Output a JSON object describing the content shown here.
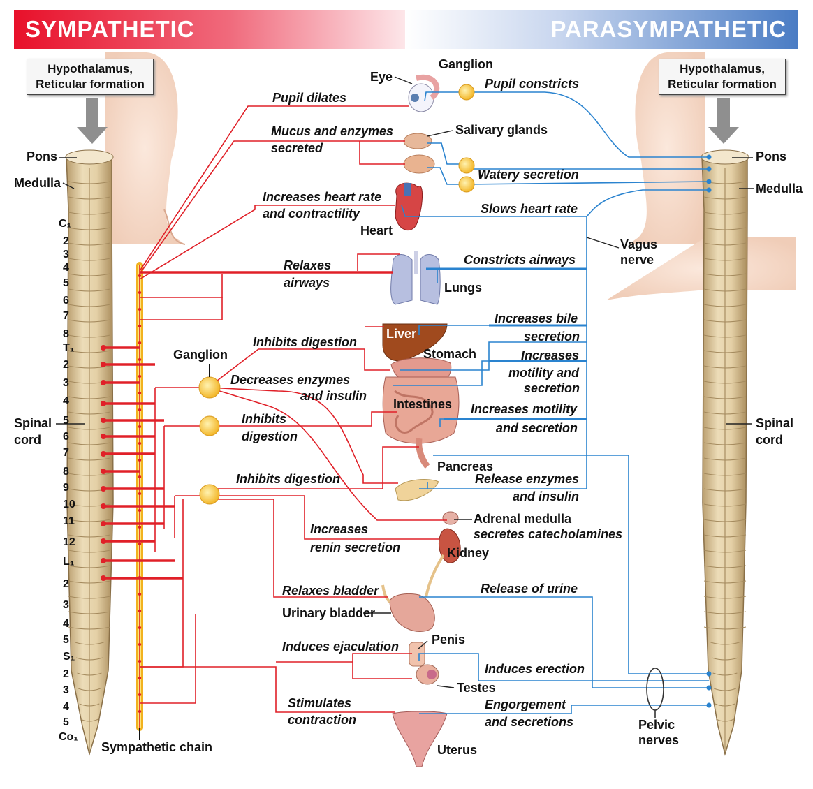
{
  "banner": {
    "left": "SYMPATHETIC",
    "right": "PARASYMPATHETIC"
  },
  "colors": {
    "sympathetic": "#e02028",
    "parasympathetic": "#2a83cf",
    "ganglion": "#f6c33a",
    "spinal_cord": "#d8c39a"
  },
  "brain_box": {
    "line1": "Hypothalamus,",
    "line2": "Reticular formation"
  },
  "left_labels": {
    "pons": "Pons",
    "medulla": "Medulla",
    "spinal_cord_1": "Spinal",
    "spinal_cord_2": "cord",
    "sympathetic_chain": "Sympathetic chain",
    "ganglion": "Ganglion"
  },
  "right_labels": {
    "pons": "Pons",
    "medulla": "Medulla",
    "spinal_cord_1": "Spinal",
    "spinal_cord_2": "cord",
    "vagus_1": "Vagus",
    "vagus_2": "nerve",
    "pelvic_1": "Pelvic",
    "pelvic_2": "nerves",
    "ganglion": "Ganglion"
  },
  "segments": [
    "C₁",
    "2",
    "3",
    "4",
    "5",
    "6",
    "7",
    "8",
    "T₁",
    "2",
    "3",
    "4",
    "5",
    "6",
    "7",
    "8",
    "9",
    "10",
    "11",
    "12",
    "L₁",
    "2",
    "3",
    "4",
    "5",
    "S₁",
    "2",
    "3",
    "4",
    "5",
    "Co₁"
  ],
  "organs": {
    "eye": "Eye",
    "salivary": "Salivary glands",
    "heart": "Heart",
    "lungs": "Lungs",
    "liver": "Liver",
    "stomach": "Stomach",
    "intestines": "Intestines",
    "pancreas": "Pancreas",
    "adrenal_1": "Adrenal medulla",
    "adrenal_2": "secretes catecholamines",
    "kidney": "Kidney",
    "bladder": "Urinary bladder",
    "penis": "Penis",
    "testes": "Testes",
    "uterus": "Uterus"
  },
  "sympathetic_effects": {
    "pupil": "Pupil dilates",
    "mucus_1": "Mucus and enzymes",
    "mucus_2": "secreted",
    "heart_1": "Increases heart rate",
    "heart_2": "and contractility",
    "airways_1": "Relaxes",
    "airways_2": "airways",
    "inhibits_1": "Inhibits digestion",
    "decreases_1": "Decreases enzymes",
    "decreases_2": "and insulin",
    "inhibits_2a": "Inhibits",
    "inhibits_2b": "digestion",
    "inhibits_3": "Inhibits digestion",
    "renin_1": "Increases",
    "renin_2": "renin secretion",
    "bladder": "Relaxes bladder",
    "ejaculation": "Induces ejaculation",
    "contraction_1": "Stimulates",
    "contraction_2": "contraction"
  },
  "parasympathetic_effects": {
    "pupil": "Pupil constricts",
    "watery": "Watery secretion",
    "heart": "Slows heart rate",
    "airways": "Constricts airways",
    "bile_1": "Increases bile",
    "bile_2": "secretion",
    "motility_1": "Increases",
    "motility_2": "motility and",
    "motility_3": "secretion",
    "intestine_1": "Increases motility",
    "intestine_2": "and secretion",
    "enzymes_1": "Release enzymes",
    "enzymes_2": "and insulin",
    "urine": "Release of urine",
    "erection": "Induces erection",
    "engorge_1": "Engorgement",
    "engorge_2": "and secretions"
  }
}
